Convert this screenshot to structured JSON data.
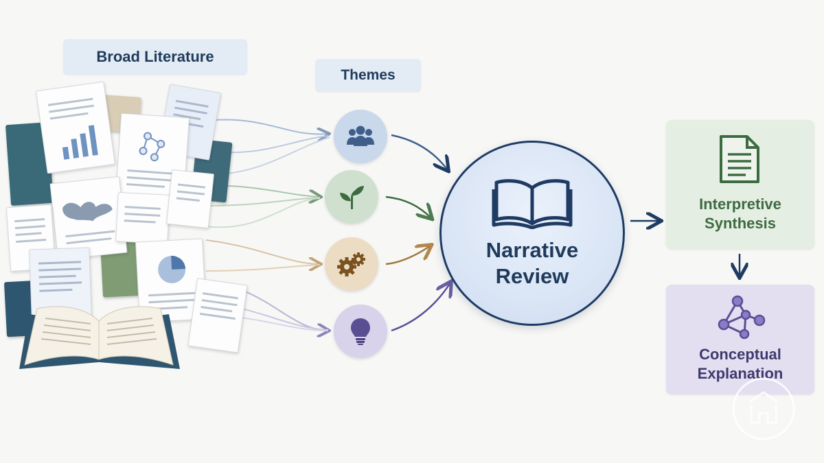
{
  "left_label": "Broad Literature",
  "themes_label": "Themes",
  "center": {
    "line1": "Narrative",
    "line2": "Review"
  },
  "synthesis": {
    "line1": "Interpretive",
    "line2": "Synthesis"
  },
  "conceptual": {
    "line1": "Conceptual",
    "line2": "Explanation"
  },
  "themes": [
    {
      "icon": "people-icon",
      "color": "#c9d8ea"
    },
    {
      "icon": "plant-icon",
      "color": "#cfe0cf"
    },
    {
      "icon": "gears-icon",
      "color": "#ecdcc4"
    },
    {
      "icon": "lightbulb-icon",
      "color": "#d8d2ea"
    }
  ],
  "colors": {
    "navy": "#1f3b63",
    "green": "#3d6b41",
    "tan": "#a0783c",
    "purple": "#5b4f94"
  }
}
